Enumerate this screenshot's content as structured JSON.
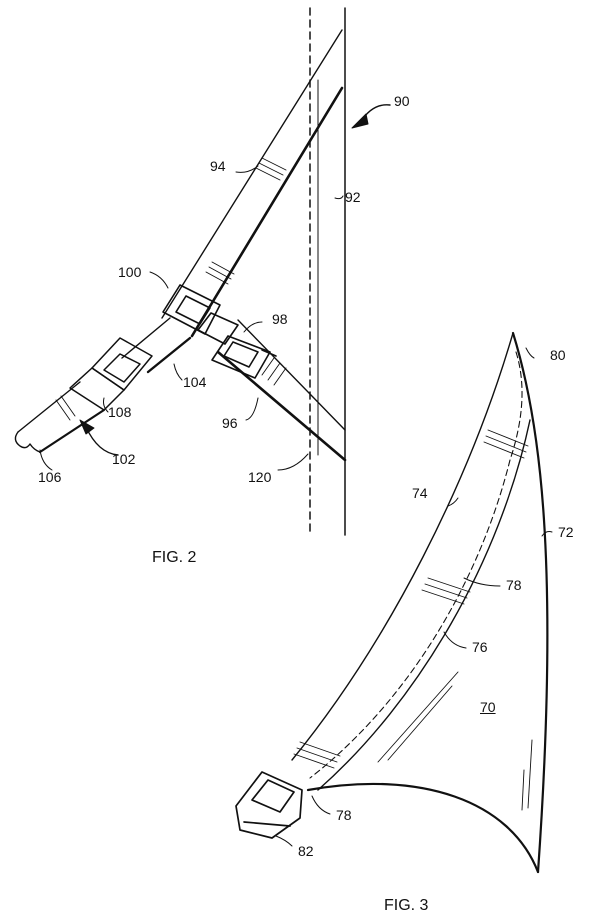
{
  "fig2": {
    "caption": "FIG. 2",
    "labels": {
      "l90": "90",
      "l92": "92",
      "l94": "94",
      "l96": "96",
      "l98": "98",
      "l100": "100",
      "l102": "102",
      "l104": "104",
      "l106": "106",
      "l108": "108",
      "l120": "120"
    }
  },
  "fig3": {
    "caption": "FIG. 3",
    "labels": {
      "l70": "70",
      "l72": "72",
      "l74": "74",
      "l76": "76",
      "l78a": "78",
      "l78b": "78",
      "l80": "80",
      "l82": "82"
    }
  }
}
